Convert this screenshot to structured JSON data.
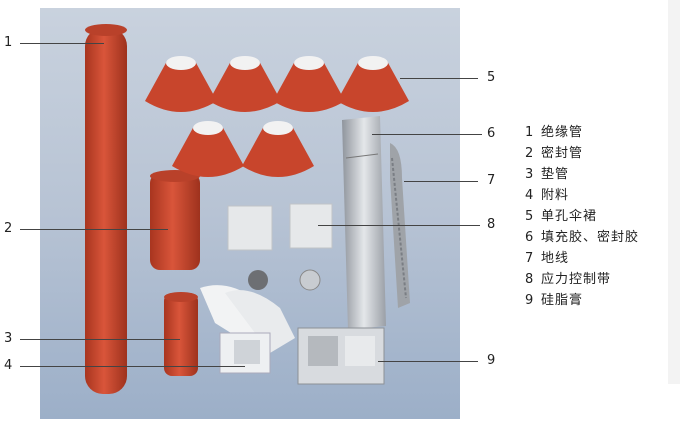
{
  "callouts": [
    "1",
    "2",
    "3",
    "4",
    "5",
    "6",
    "7",
    "8",
    "9"
  ],
  "legend": [
    {
      "num": "1",
      "label": "绝缘管"
    },
    {
      "num": "2",
      "label": "密封管"
    },
    {
      "num": "3",
      "label": "垫管"
    },
    {
      "num": "4",
      "label": "附料"
    },
    {
      "num": "5",
      "label": "单孔伞裙"
    },
    {
      "num": "6",
      "label": "填充胶、密封胶"
    },
    {
      "num": "7",
      "label": "地线"
    },
    {
      "num": "8",
      "label": "应力控制带"
    },
    {
      "num": "9",
      "label": "硅脂膏"
    }
  ],
  "colors": {
    "tube": "#c8452c",
    "tube_dark": "#9a2f1c",
    "bg": "#b7c3d4",
    "foil": "#c9ccd1"
  }
}
